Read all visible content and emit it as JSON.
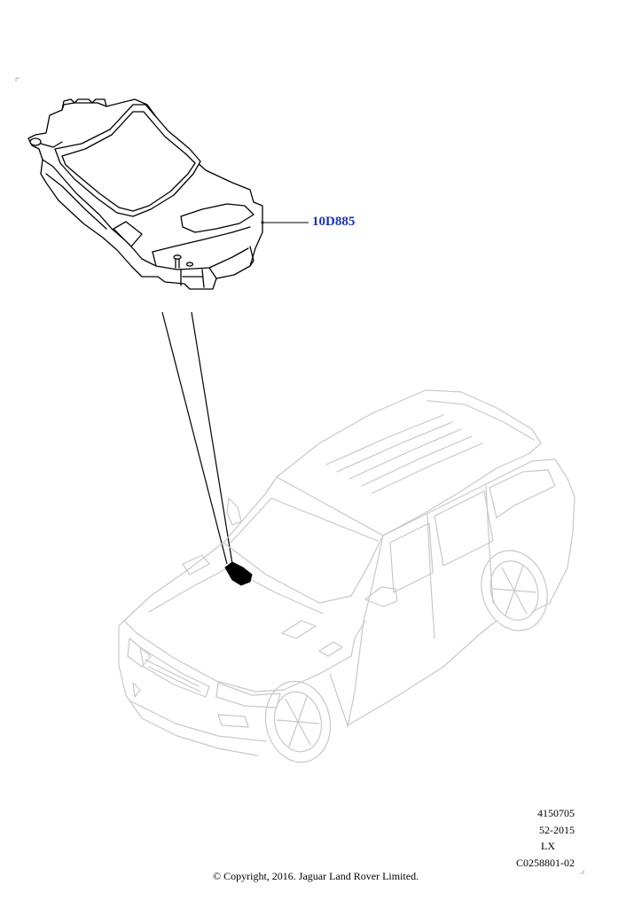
{
  "callout": {
    "part_number": "10D885",
    "color": "#1a2fd0"
  },
  "reference": {
    "lines": [
      "4150705",
      "52-2015",
      "LX",
      "C0258801-02"
    ]
  },
  "copyright": "© Copyright, 2016. Jaguar Land Rover Limited.",
  "colors": {
    "module_stroke": "#000000",
    "vehicle_stroke": "#c8c8c8",
    "part_fill": "#000000"
  }
}
